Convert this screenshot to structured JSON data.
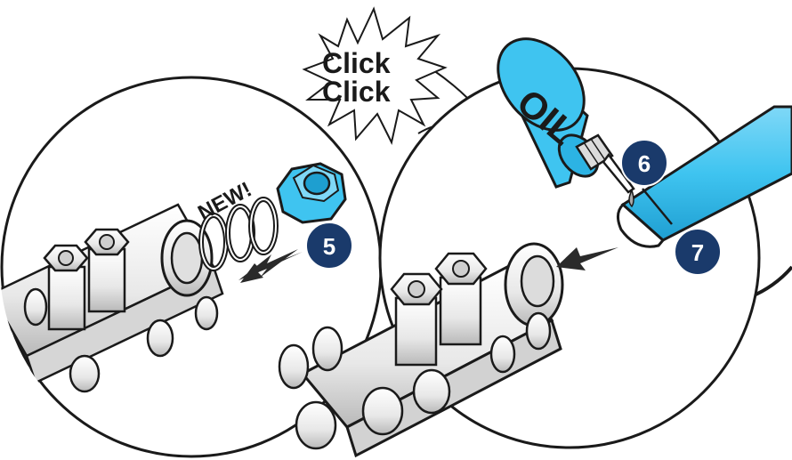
{
  "click_burst": {
    "line1": "Click",
    "line2": "Click"
  },
  "new_label": "NEW!",
  "oil_label": "OIL",
  "steps": [
    {
      "number": "5"
    },
    {
      "number": "6"
    },
    {
      "number": "7"
    }
  ],
  "colors": {
    "badge": "#1a3a6b",
    "part_blue": "#3fc4f0",
    "part_blue_dark": "#1e9fd0",
    "outline": "#1a1a1a",
    "metal_light": "#f2f2f2",
    "metal_shadow": "#bdbdbd",
    "arrow": "#2a2a2a"
  },
  "icons": [
    "manifold-icon",
    "nut-icon",
    "o-ring-icon",
    "oil-bottle-icon",
    "pipe-icon",
    "arrow-icon"
  ]
}
